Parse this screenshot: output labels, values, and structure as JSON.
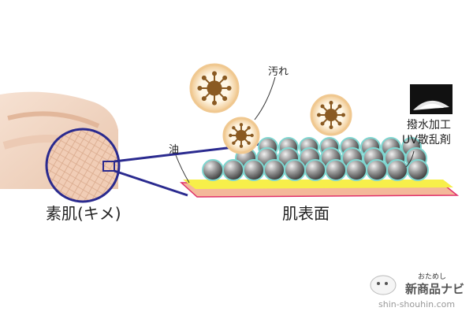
{
  "labels": {
    "skin": "素肌(キメ)",
    "surface": "肌表面",
    "dirt": "汚れ",
    "oil": "油",
    "agent_line1": "撥水加工",
    "agent_line2": "UV散乱剤"
  },
  "logo": {
    "small": "おためし",
    "main": "新商品ナビ",
    "url": "shin-shouhin.com"
  },
  "colors": {
    "skin_bg": "#f3d9c4",
    "circle_outline": "#2a2a8f",
    "dirt_ring": "#f0c890",
    "dirt_core": "#8a5a22",
    "sphere_dark": "#4a4a4a",
    "sphere_light": "#d9d9d9",
    "sphere_glow": "#7fd6d0",
    "oil_layer": "#f7ef4a",
    "skin_layer": "#f4b89a",
    "outline_red": "#e0306a"
  }
}
